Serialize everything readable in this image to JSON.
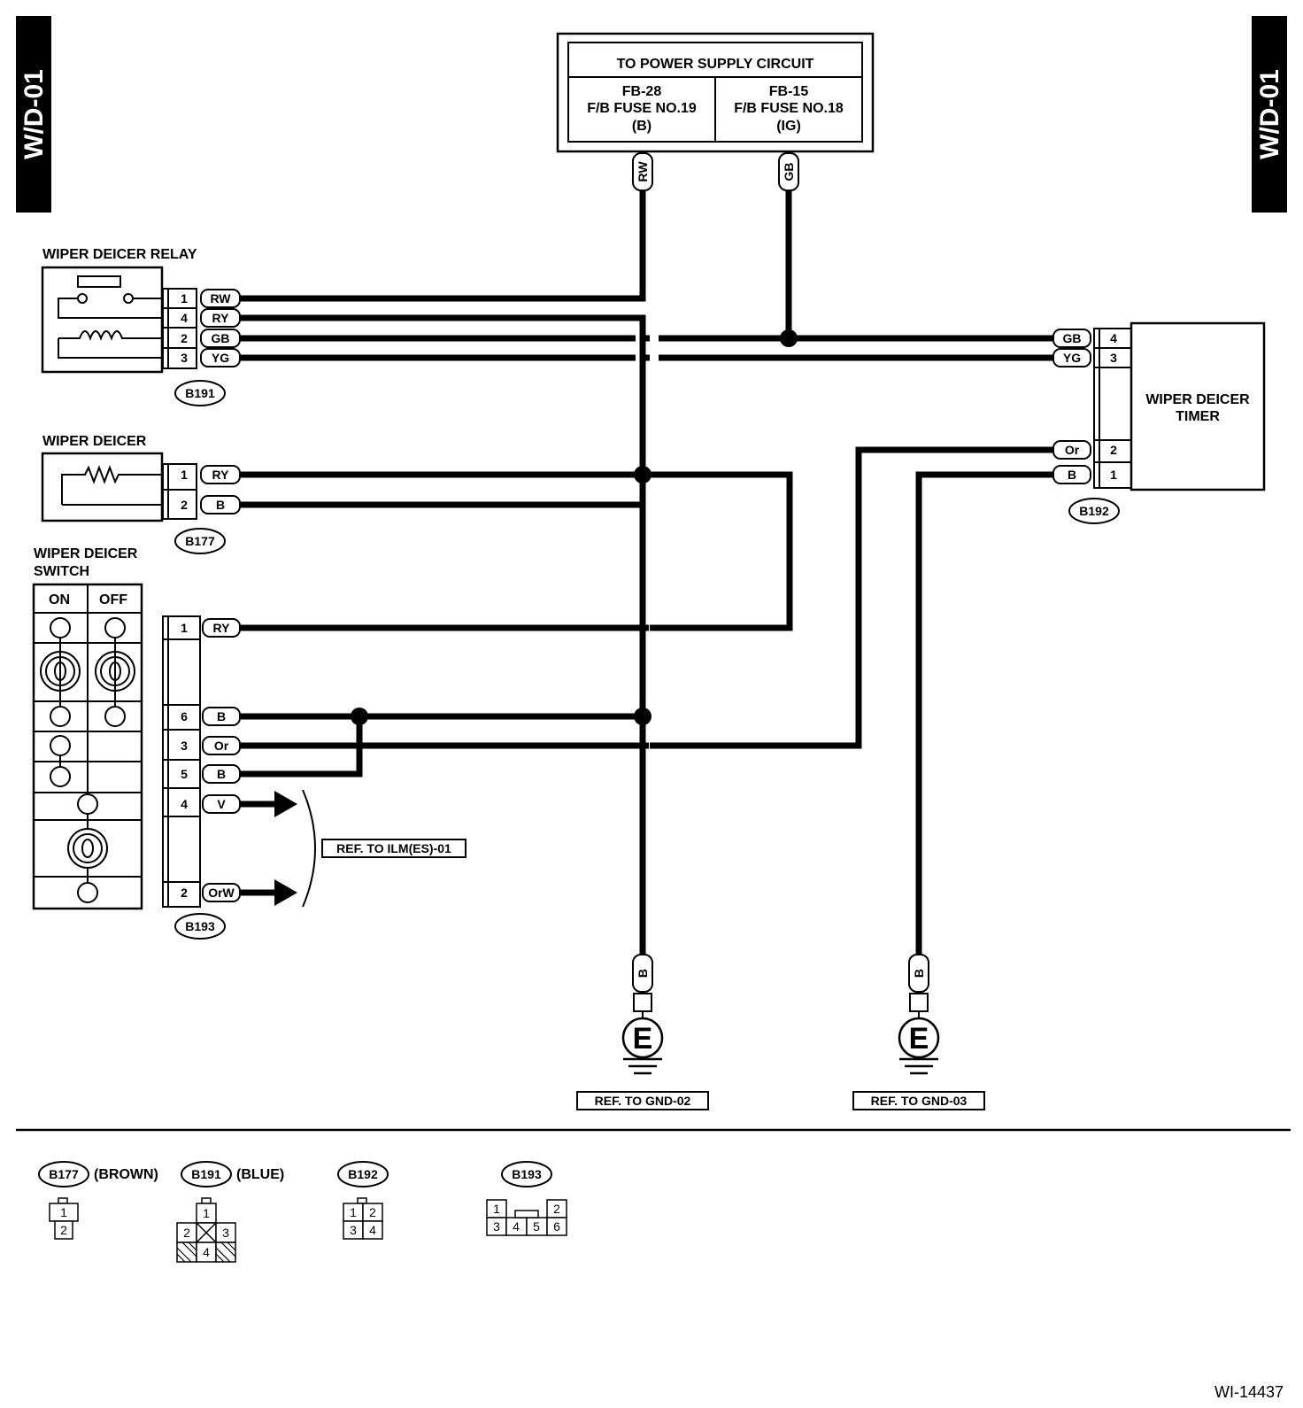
{
  "page": {
    "section_code": "W/D-01",
    "figure_id": "WI-14437"
  },
  "power_supply": {
    "title": "TO POWER SUPPLY CIRCUIT",
    "left": {
      "line1": "FB-28",
      "line2": "F/B FUSE NO.19",
      "line3": "(B)",
      "wire": "RW"
    },
    "right": {
      "line1": "FB-15",
      "line2": "F/B FUSE NO.18",
      "line3": "(IG)",
      "wire": "GB"
    }
  },
  "relay": {
    "title": "WIPER DEICER RELAY",
    "connector": "B191",
    "pins": [
      {
        "pin": "1",
        "wire": "RW"
      },
      {
        "pin": "4",
        "wire": "RY"
      },
      {
        "pin": "2",
        "wire": "GB"
      },
      {
        "pin": "3",
        "wire": "YG"
      }
    ]
  },
  "deicer": {
    "title": "WIPER DEICER",
    "connector": "B177",
    "pins": [
      {
        "pin": "1",
        "wire": "RY"
      },
      {
        "pin": "2",
        "wire": "B"
      }
    ]
  },
  "switch": {
    "title_line1": "WIPER DEICER",
    "title_line2": "SWITCH",
    "on": "ON",
    "off": "OFF",
    "connector": "B193",
    "pins": [
      {
        "pin": "1",
        "wire": "RY"
      },
      {
        "pin": "6",
        "wire": "B"
      },
      {
        "pin": "3",
        "wire": "Or"
      },
      {
        "pin": "5",
        "wire": "B"
      },
      {
        "pin": "4",
        "wire": "V"
      },
      {
        "pin": "2",
        "wire": "OrW"
      }
    ],
    "ref": "REF. TO ILM(ES)-01"
  },
  "timer": {
    "title_line1": "WIPER DEICER",
    "title_line2": "TIMER",
    "connector": "B192",
    "pins": [
      {
        "pin": "4",
        "wire": "GB"
      },
      {
        "pin": "3",
        "wire": "YG"
      },
      {
        "pin": "2",
        "wire": "Or"
      },
      {
        "pin": "1",
        "wire": "B"
      }
    ]
  },
  "grounds": [
    {
      "wire": "B",
      "symbol": "E",
      "ref": "REF. TO GND-02"
    },
    {
      "wire": "B",
      "symbol": "E",
      "ref": "REF. TO GND-03"
    }
  ],
  "legend": {
    "b177": {
      "name": "B177",
      "color": "(BROWN)",
      "pins": [
        "1",
        "2"
      ]
    },
    "b191": {
      "name": "B191",
      "color": "(BLUE)",
      "pins": [
        "1",
        "2",
        "3",
        "4"
      ]
    },
    "b192": {
      "name": "B192",
      "pins": [
        "1",
        "2",
        "3",
        "4"
      ]
    },
    "b193": {
      "name": "B193",
      "pins": [
        "1",
        "2",
        "3",
        "4",
        "5",
        "6"
      ]
    }
  }
}
